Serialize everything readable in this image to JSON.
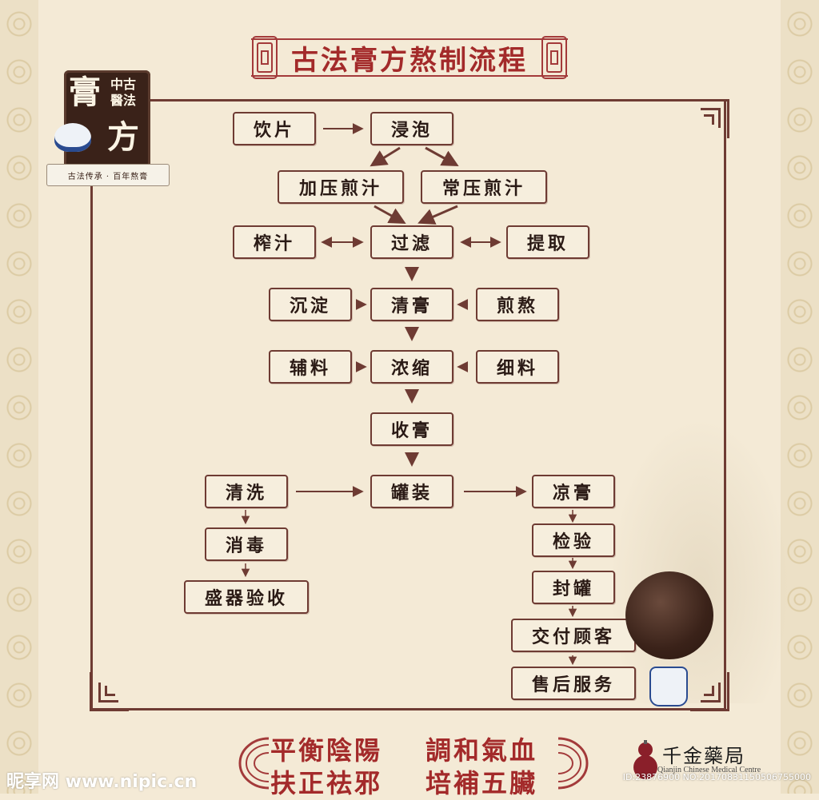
{
  "title": "古法膏方熬制流程",
  "logo": {
    "main_1": "膏",
    "main_2": "方",
    "side_1": "中古",
    "side_2": "醫法",
    "ribbon": "古法传承 · 百年熬膏"
  },
  "nodes": {
    "yinpian": "饮片",
    "jinpao": "浸泡",
    "jiaya": "加压煎汁",
    "changya": "常压煎汁",
    "zhazhi": "榨汁",
    "guolv": "过滤",
    "tiqu": "提取",
    "chendian": "沉淀",
    "qinggao": "清膏",
    "jianao": "煎熬",
    "fuliao": "辅料",
    "nongsuo": "浓缩",
    "xiliao": "细料",
    "shougao": "收膏",
    "qingxi": "清洗",
    "guanzhuang": "罐装",
    "lianggao": "凉膏",
    "xiaodu": "消毒",
    "jianyan": "检验",
    "shengqi": "盛器验收",
    "fengguan": "封罐",
    "jiaofu": "交付顾客",
    "shouhou": "售后服务"
  },
  "motto": {
    "line1_left": "平衡陰陽",
    "line1_right": "調和氣血",
    "line2_left": "扶正祛邪",
    "line2_right": "培補五臟"
  },
  "pharmacy": {
    "name": "千金藥局",
    "english": "Qianjin Chinese Medical Centre"
  },
  "watermark": {
    "site": "昵享网 www.nipic.cn",
    "id": "ID:23876900 NO:20170831150506755000"
  },
  "colors": {
    "frame": "#6e3b33",
    "title": "#a32a2a",
    "arrow": "#6e3b33",
    "background": "#f4ead6"
  }
}
